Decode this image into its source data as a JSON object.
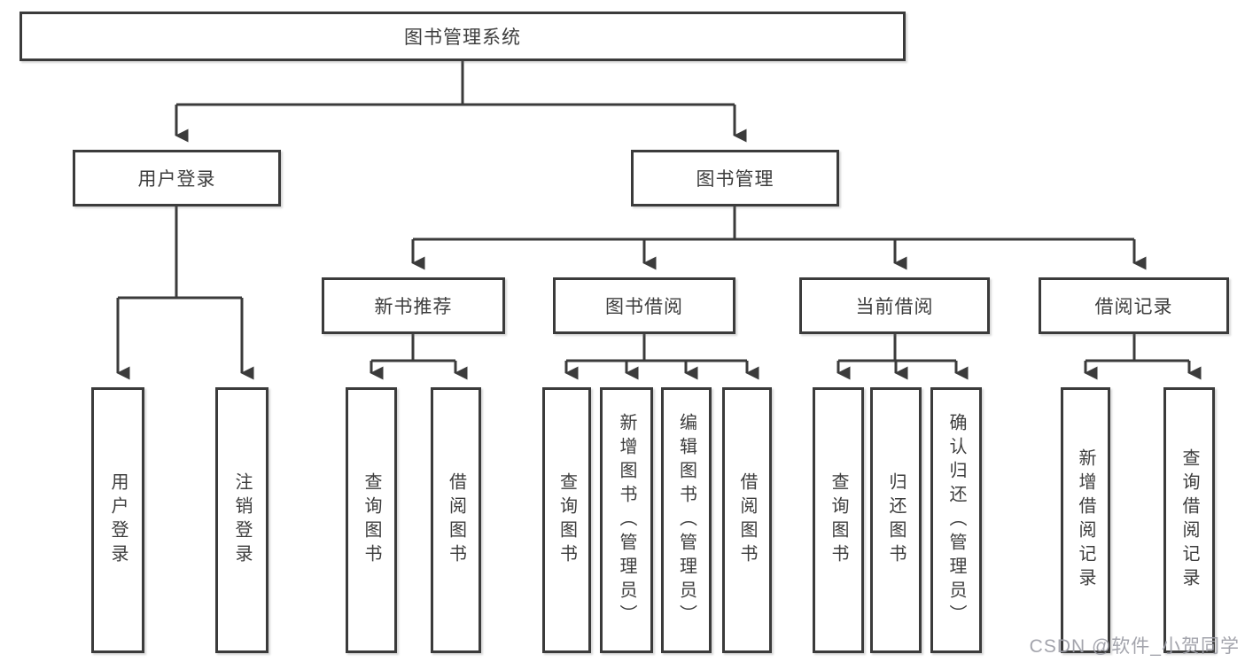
{
  "tree": {
    "label": "图书管理系统",
    "children": [
      {
        "label": "用户登录",
        "children": [
          {
            "label": "用户登录"
          },
          {
            "label": "注销登录"
          }
        ]
      },
      {
        "label": "图书管理",
        "children": [
          {
            "label": "新书推荐",
            "children": [
              {
                "label": "查询图书"
              },
              {
                "label": "借阅图书"
              }
            ]
          },
          {
            "label": "图书借阅",
            "children": [
              {
                "label": "查询图书"
              },
              {
                "label": "新增图书（管理员）"
              },
              {
                "label": "编辑图书（管理员）"
              },
              {
                "label": "借阅图书"
              }
            ]
          },
          {
            "label": "当前借阅",
            "children": [
              {
                "label": "查询图书"
              },
              {
                "label": "归还图书"
              },
              {
                "label": "确认归还（管理员）"
              }
            ]
          },
          {
            "label": "借阅记录",
            "children": [
              {
                "label": "新增借阅记录"
              },
              {
                "label": "查询借阅记录"
              }
            ]
          }
        ]
      }
    ]
  },
  "watermark": {
    "text": "CSDN @软件_小贺同学"
  },
  "colors": {
    "line": "#3b3b3b",
    "box_border": "#3b3b3b",
    "text": "#3d3d3d",
    "watermark": "#9e9fa8",
    "background": "#ffffff"
  }
}
